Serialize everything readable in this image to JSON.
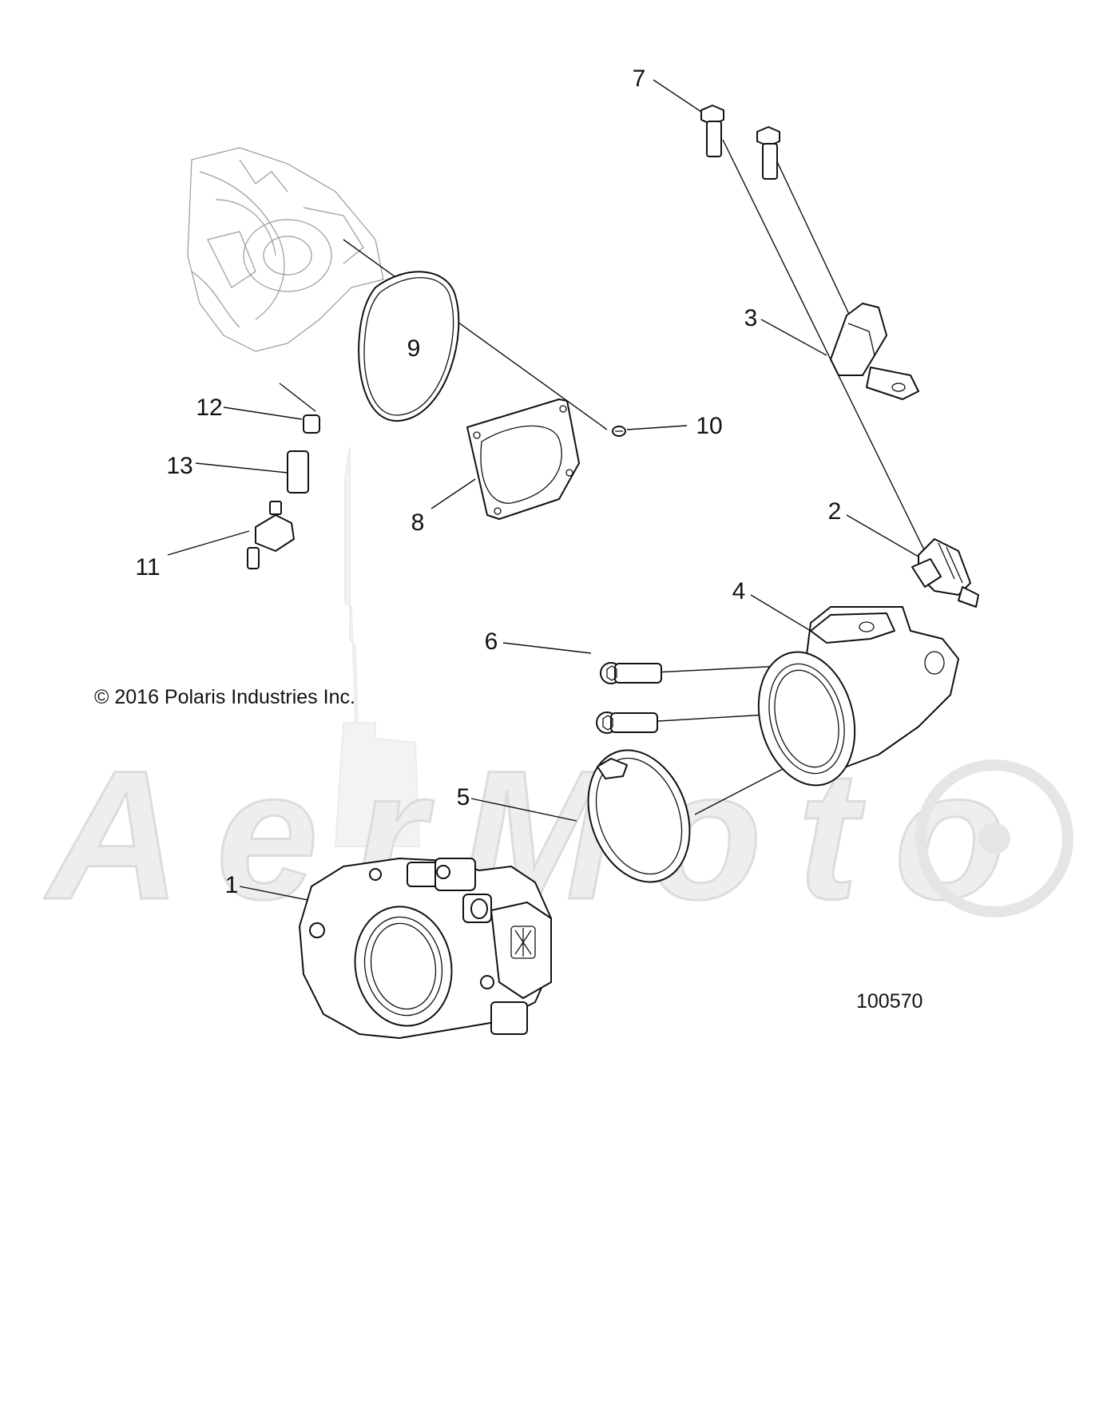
{
  "diagram": {
    "copyright": "© 2016 Polaris Industries Inc.",
    "reference_number": "100570",
    "watermark": "AerMoto",
    "callouts": [
      {
        "id": "1",
        "label": "1",
        "part": "throttle-body"
      },
      {
        "id": "2",
        "label": "2",
        "part": "fuel-injector"
      },
      {
        "id": "3",
        "label": "3",
        "part": "injector-bracket"
      },
      {
        "id": "4",
        "label": "4",
        "part": "intake-adapter"
      },
      {
        "id": "5",
        "label": "5",
        "part": "hose-clamp"
      },
      {
        "id": "6",
        "label": "6",
        "part": "socket-head-screw"
      },
      {
        "id": "7",
        "label": "7",
        "part": "flange-bolt"
      },
      {
        "id": "8",
        "label": "8",
        "part": "intake-plate"
      },
      {
        "id": "9",
        "label": "9",
        "part": "o-ring-seal"
      },
      {
        "id": "10",
        "label": "10",
        "part": "screw"
      },
      {
        "id": "11",
        "label": "11",
        "part": "check-valve"
      },
      {
        "id": "12",
        "label": "12",
        "part": "fitting"
      },
      {
        "id": "13",
        "label": "13",
        "part": "hose"
      }
    ]
  }
}
